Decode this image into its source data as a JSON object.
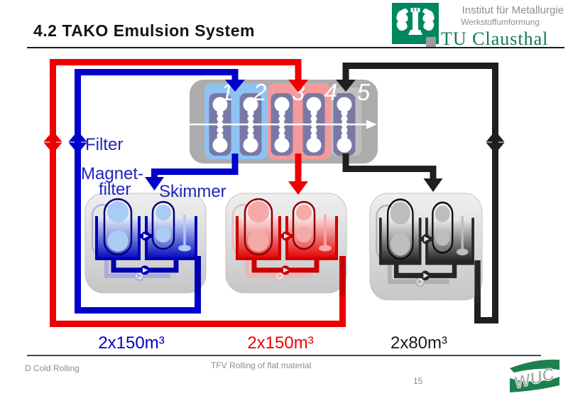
{
  "header": {
    "title": "4.2 TAKO Emulsion System",
    "institute": {
      "line1": "Institut für Metallurgie",
      "line2": "Werkstoffumformung",
      "name": "TU Clausthal"
    }
  },
  "mill": {
    "stand_numbers": [
      "1",
      "2",
      "3",
      "4",
      "5"
    ]
  },
  "labels": {
    "filter": "Filter",
    "magnet_filter_line1": "Magnet-",
    "magnet_filter_line2": "filter",
    "skimmer": "Skimmer"
  },
  "capacities": {
    "blue": "2x150m³",
    "red": "2x150m³",
    "black": "2x80m³"
  },
  "colors": {
    "circuit_blue": "#0000cc",
    "circuit_red": "#ee0000",
    "circuit_black": "#1f1f1f",
    "label_blue": "#2323bd",
    "tu_green": "#00875f",
    "wuc_green": "#1f7f4f"
  },
  "footer": {
    "left": "D Cold Rolling",
    "center": "TFV Rolling of flat material",
    "page_number": "15",
    "logo": "WUC"
  }
}
